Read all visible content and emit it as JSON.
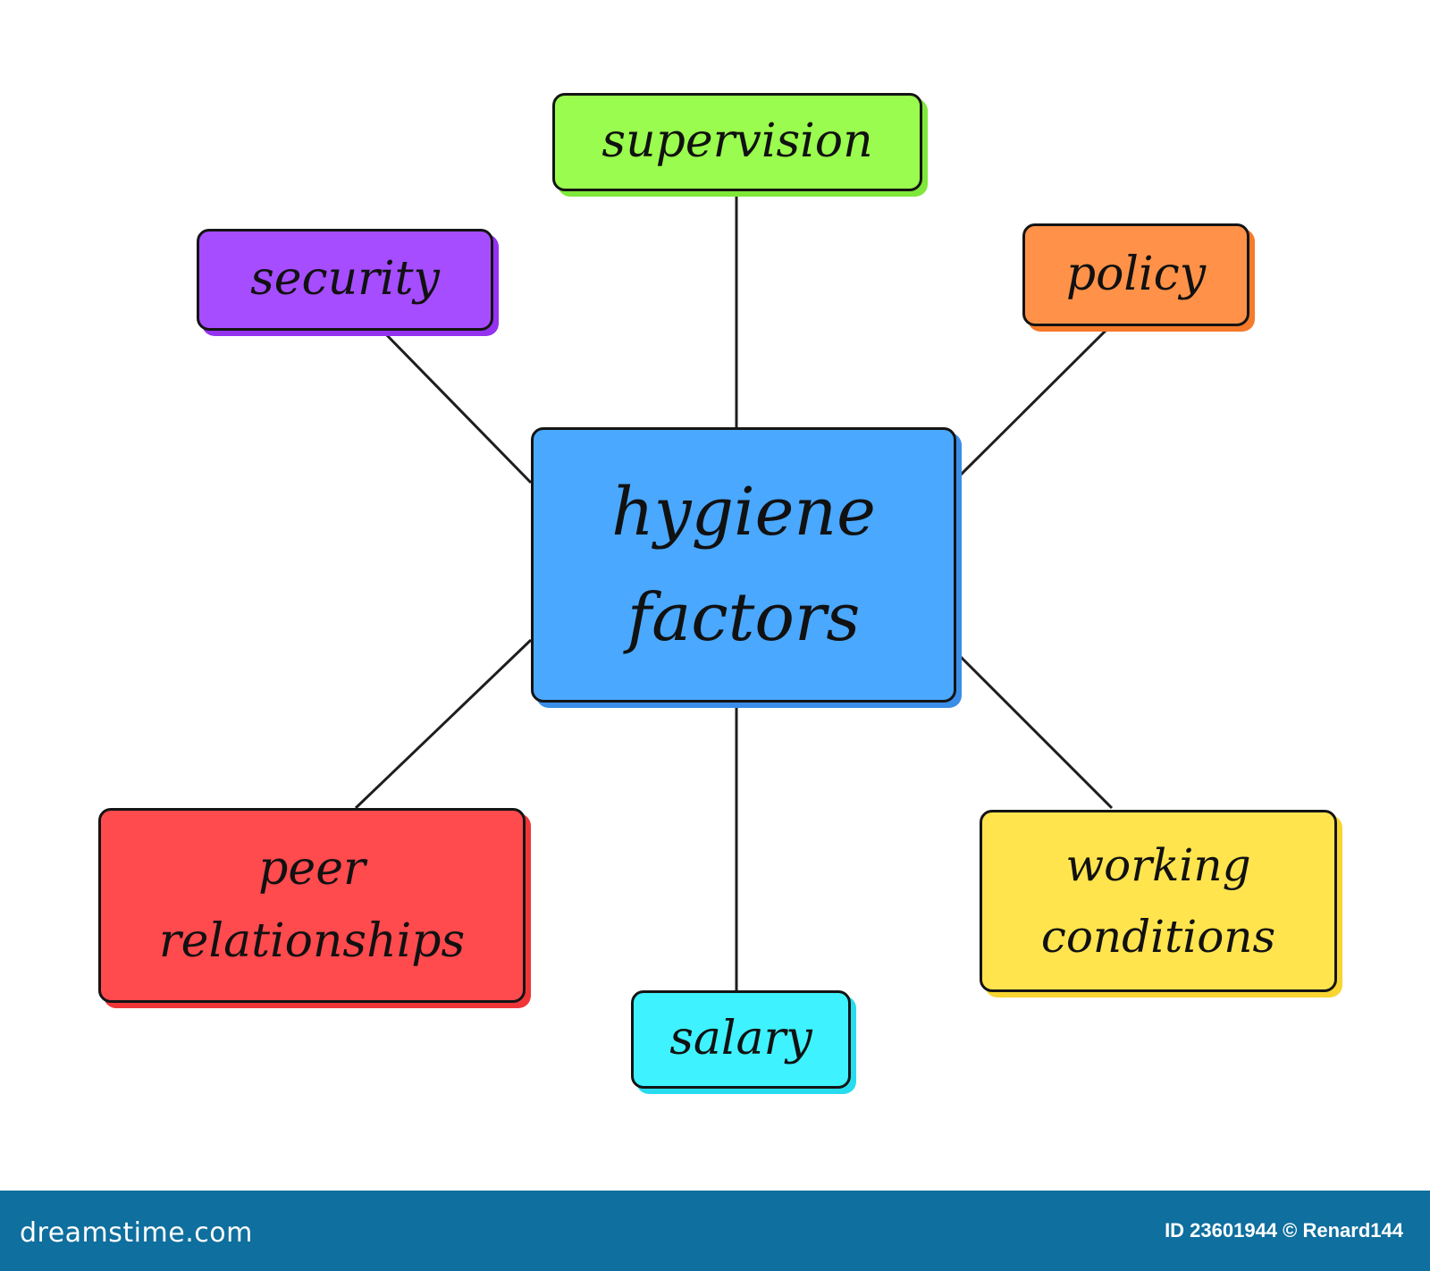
{
  "diagram": {
    "center": {
      "lines": [
        "hygiene",
        "factors"
      ],
      "fill": "#4aa8ff",
      "shadow": "#3a8ee8"
    },
    "nodes": [
      {
        "key": "supervision",
        "lines": [
          "supervision"
        ],
        "fill": "#9afc4e",
        "shadow": "#7fe83a"
      },
      {
        "key": "security",
        "lines": [
          "security"
        ],
        "fill": "#a64dff",
        "shadow": "#9333f0"
      },
      {
        "key": "policy",
        "lines": [
          "policy"
        ],
        "fill": "#ff9248",
        "shadow": "#f57a2a"
      },
      {
        "key": "peer-relationships",
        "lines": [
          "peer",
          "relationships"
        ],
        "fill": "#ff4a4e",
        "shadow": "#f03538"
      },
      {
        "key": "working-conditions",
        "lines": [
          "working",
          "conditions"
        ],
        "fill": "#ffe44e",
        "shadow": "#f8d530"
      },
      {
        "key": "salary",
        "lines": [
          "salary"
        ],
        "fill": "#3ef2ff",
        "shadow": "#28dcef"
      }
    ]
  },
  "footer": {
    "brand": "dreamstime.com",
    "id_text": "ID 23601944 © Renard144"
  },
  "colors": {
    "connector": "#1e1e1e",
    "footer_bg": "#0f6f9e"
  }
}
